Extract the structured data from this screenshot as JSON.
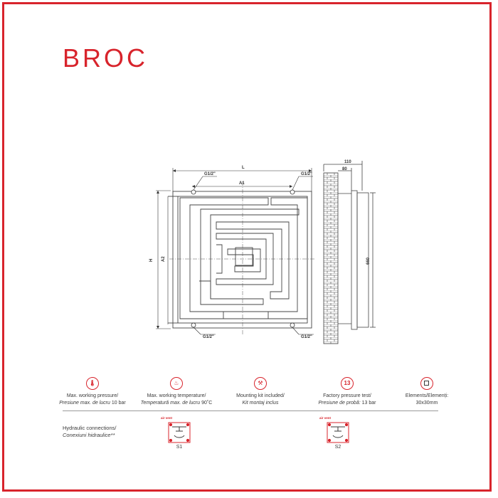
{
  "brand": "BROC",
  "drawing": {
    "dim_L": "L",
    "dim_A1": "A1",
    "dim_H": "H",
    "dim_A2": "A2",
    "conn_top_left": "G1/2\"",
    "conn_top_right": "G1/2\"",
    "conn_bottom_left": "G1/2\"",
    "conn_bottom_right": "G1/2\"",
    "side_depth_total": "110",
    "side_depth_inner": "80",
    "side_height": "660"
  },
  "specs": [
    {
      "icon": "thermometer-pressure-icon",
      "line1": "Max. working pressure/",
      "line2_italic": "Presiune max. de lucru",
      "line2_value": " 10 bar"
    },
    {
      "icon": "thermometer-temperature-icon",
      "line1": "Max. working temperature/",
      "line2_italic": "Temperatură max. de lucru",
      "line2_value": " 90˚C"
    },
    {
      "icon": "mounting-kit-icon",
      "line1": "Mounting kit included/",
      "line2_italic": "Kit montaj inclus",
      "line2_value": ""
    },
    {
      "icon": "pressure-test-icon",
      "icon_text": "13",
      "line1": "Factory pressure test/",
      "line2_italic": "Presiune de probă:",
      "line2_value": " 13 bar"
    },
    {
      "icon": "element-square-icon",
      "line1": "Elements/Elemenți:",
      "line2_italic": "",
      "line2_value": "30x30mm"
    }
  ],
  "hydraulic": {
    "line1": "Hydraulic connections/",
    "line2": "Conexiuni hidraulice**"
  },
  "connections": [
    {
      "label": "S1",
      "air_vent": "air vent"
    },
    {
      "label": "S2",
      "air_vent": "air vent"
    }
  ],
  "colors": {
    "accent": "#d8242c",
    "line": "#3a3a3a"
  }
}
